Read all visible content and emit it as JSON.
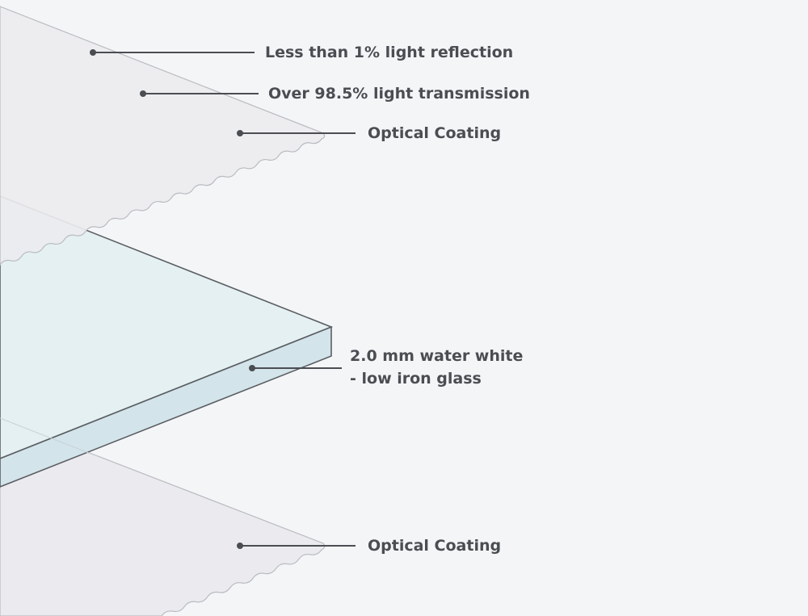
{
  "labels": {
    "reflection": "Less than 1% light reflection",
    "transmission": "Over 98.5% light transmission",
    "coating_top": "Optical Coating",
    "glass_line1": "2.0 mm water white",
    "glass_line2": "- low iron glass",
    "coating_bottom": "Optical Coating"
  },
  "colors": {
    "background": "#f4f5f7",
    "coating_fill": "#ebebef",
    "glass_top": "#e4f0f2",
    "glass_edge": "#d3e4ea",
    "leader": "#4a4d52"
  }
}
